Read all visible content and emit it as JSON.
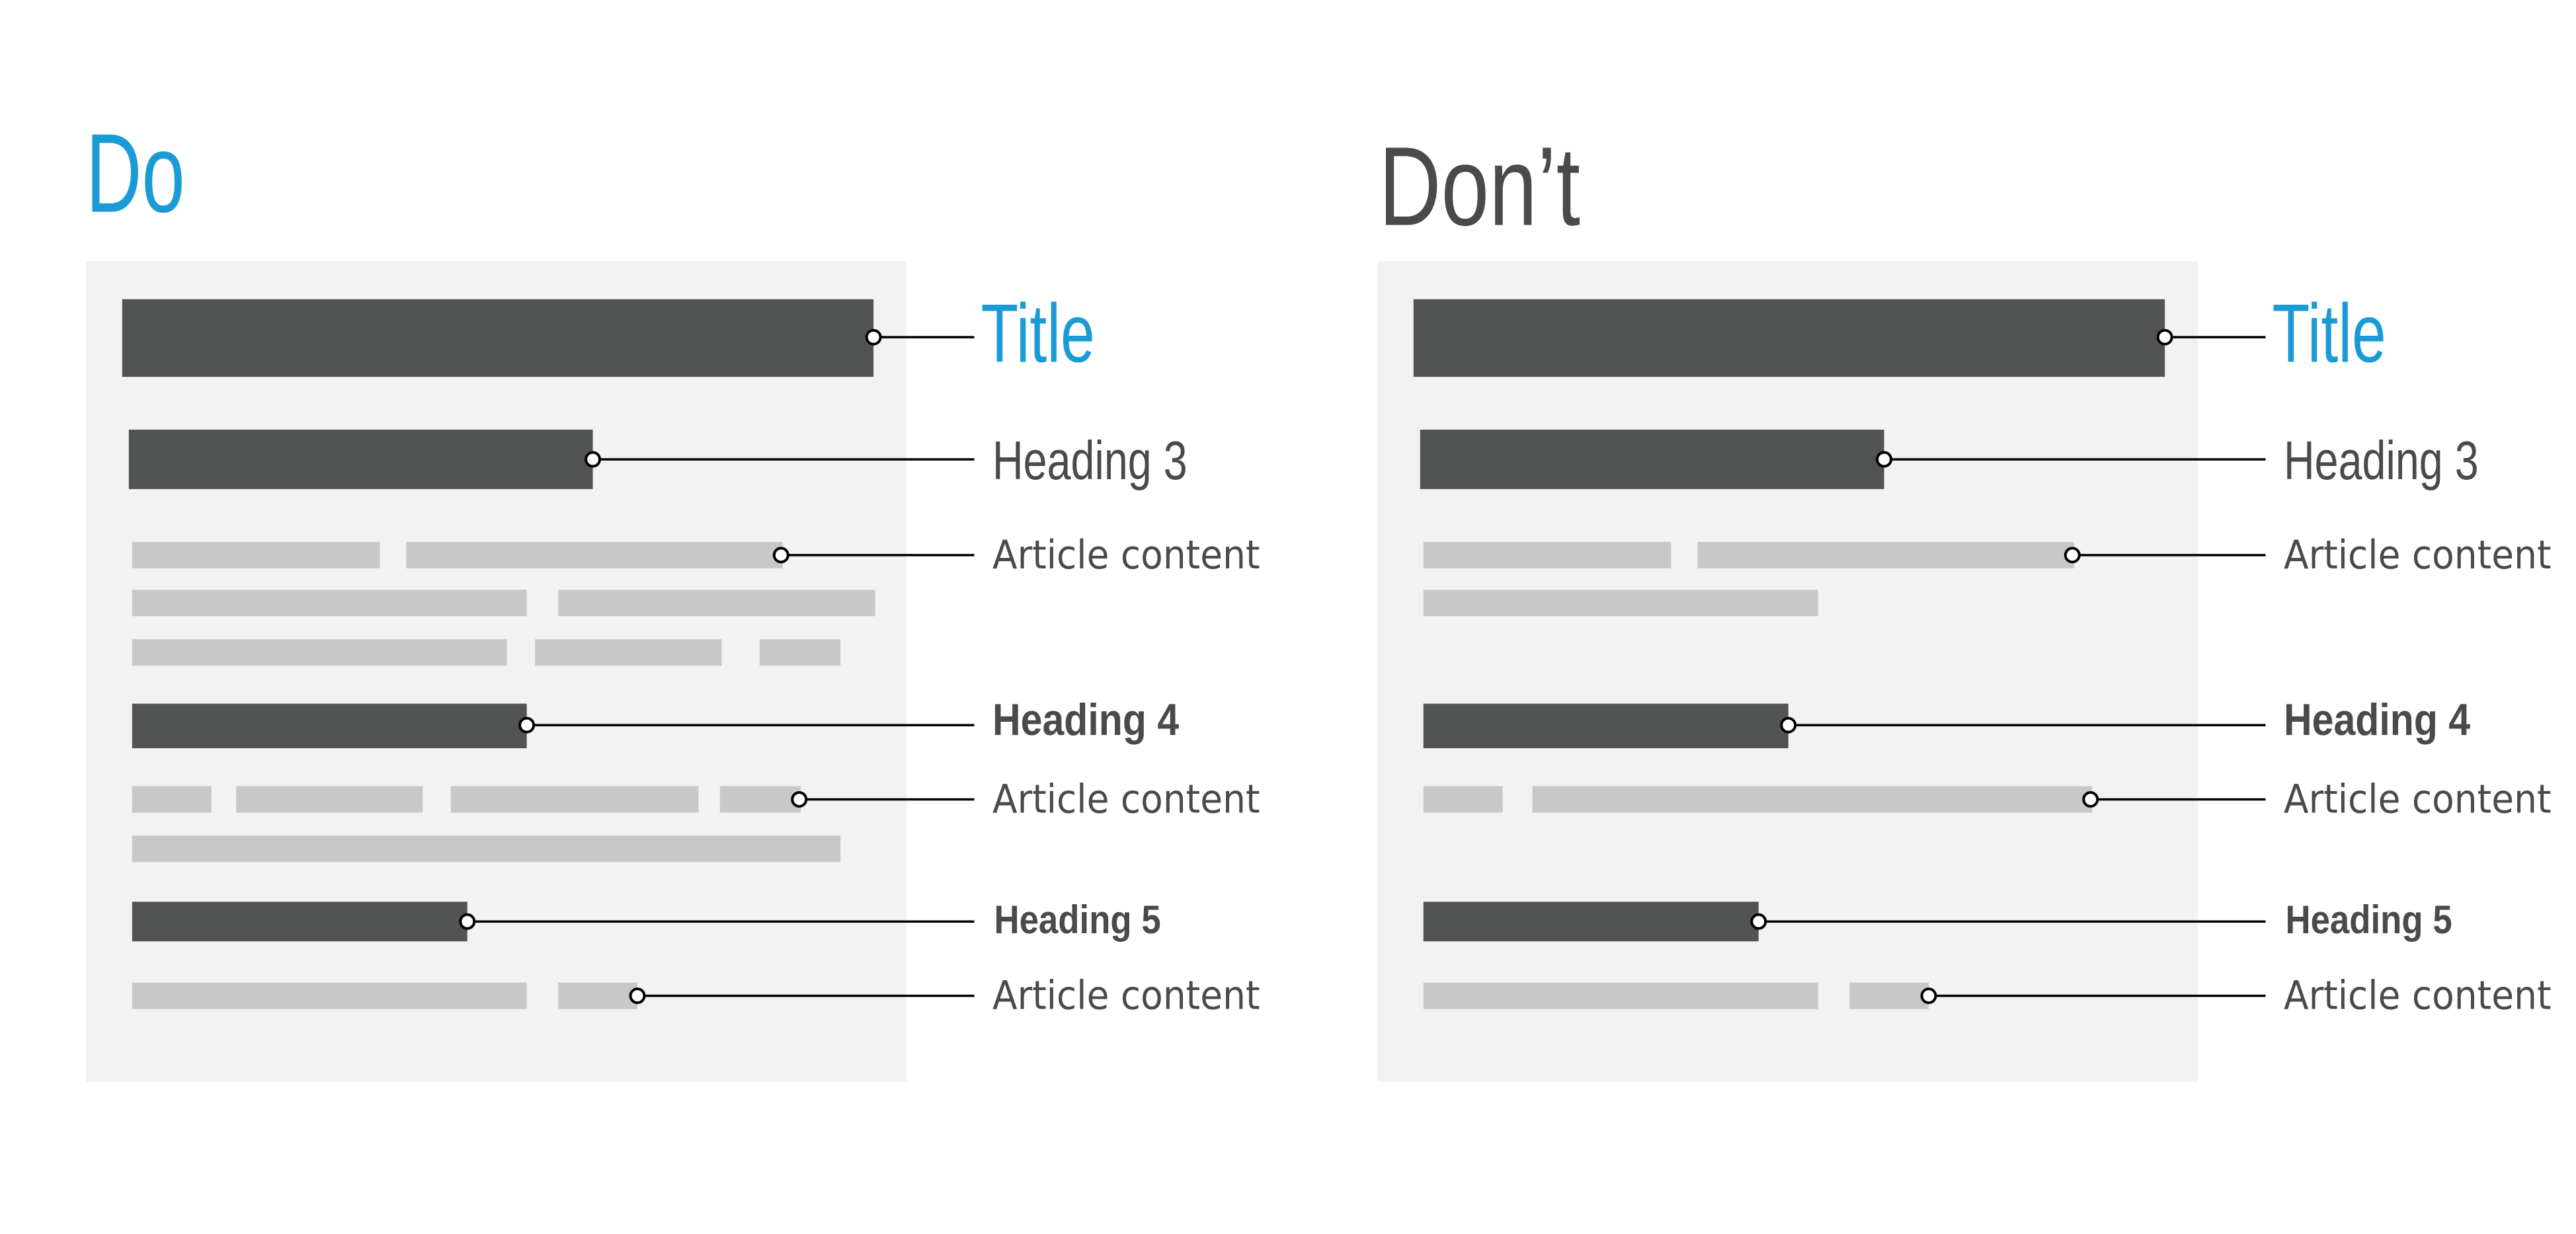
{
  "colors": {
    "accent": "#1b9bd6",
    "dark_text": "#4a4a4a",
    "panel_bg": "#f2f2f2",
    "heading_bar": "#525353",
    "content_bar": "#c8c8c8",
    "connector": "#000000"
  },
  "panels": [
    {
      "heading": "Do",
      "heading_color": "accent",
      "labels": {
        "title": "Title",
        "heading3": "Heading 3",
        "content1": "Article content",
        "heading4": "Heading 4",
        "content2": "Article content",
        "heading5": "Heading 5",
        "content3": "Article content"
      }
    },
    {
      "heading": "Don’t",
      "heading_color": "dark_text",
      "labels": {
        "title": "Title",
        "heading3": "Heading 3",
        "content1": "Article content",
        "heading4": "Heading 4",
        "content2": "Article content",
        "heading5": "Heading 5",
        "content3": "Article content"
      }
    }
  ]
}
